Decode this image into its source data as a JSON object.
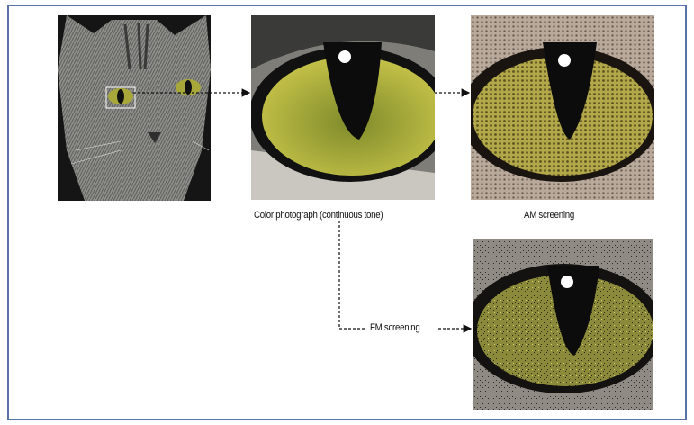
{
  "captions": {
    "continuous": "Color photograph (continuous tone)",
    "am": "AM screening",
    "fm": "FM screening"
  },
  "colors": {
    "frame": "#5a73a6",
    "iris": "#a8a83a",
    "fur": "#8a8a86"
  }
}
